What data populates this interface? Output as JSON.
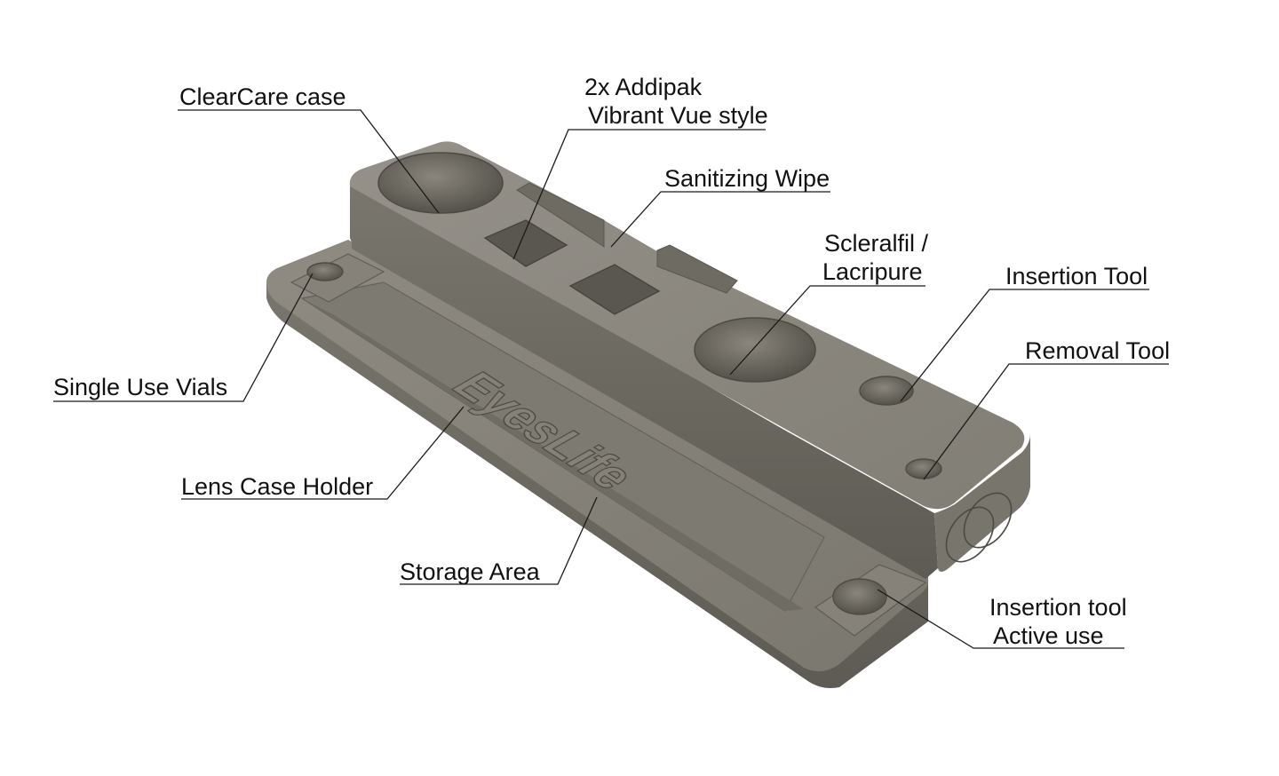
{
  "colors": {
    "background": "#ffffff",
    "body_top": "#8a867c",
    "body_front": "#6c6961",
    "body_end": "#7d7a71",
    "pocket_shadow": "#4a4740",
    "leader": "#1a1a1a",
    "label": "#111111"
  },
  "model": {
    "embossed_text": "EyesLife",
    "logo_icon": "interlocked-rings-icon"
  },
  "callouts": {
    "clearcare": [
      "ClearCare case"
    ],
    "addipak": [
      "2x Addipak",
      "Vibrant Vue style"
    ],
    "wipe": [
      "Sanitizing Wipe"
    ],
    "scleralfil": [
      "Scleralfil /",
      "Lacripure"
    ],
    "insertion_tool": [
      "Insertion Tool"
    ],
    "removal_tool": [
      "Removal Tool"
    ],
    "single_use_vials": [
      "Single Use Vials"
    ],
    "lens_case_holder": [
      "Lens Case Holder"
    ],
    "storage_area": [
      "Storage Area"
    ],
    "active_use": [
      "Insertion tool",
      "Active use"
    ]
  }
}
